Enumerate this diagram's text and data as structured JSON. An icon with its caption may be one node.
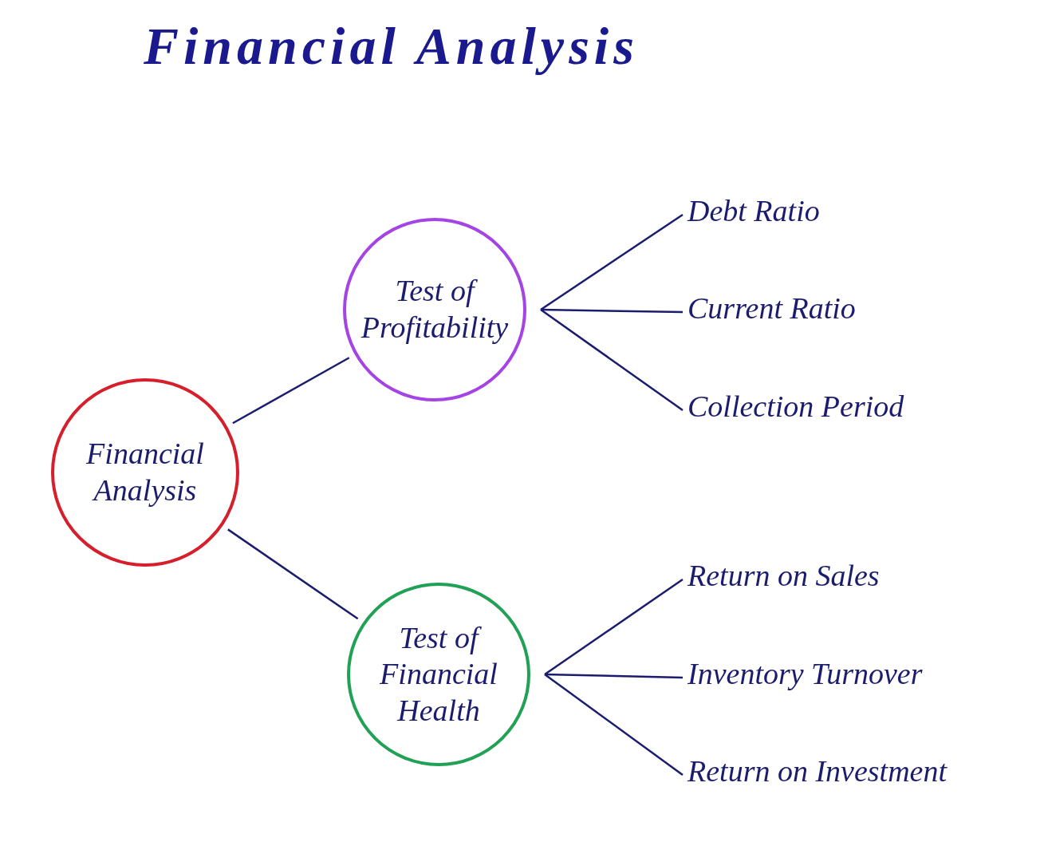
{
  "diagram": {
    "title": "Financial Analysis",
    "nodes": [
      {
        "text": [
          "Financial Analysis"
        ]
      },
      {
        "text": [
          "Test of Profitability"
        ]
      },
      {
        "text": [
          "Test of Financial Health"
        ]
      },
      {
        "text": [
          "Debt Ratio"
        ]
      },
      {
        "text": [
          "Current Ratio"
        ]
      },
      {
        "text": [
          "Collection Period"
        ]
      },
      {
        "text": [
          "Return on Sales"
        ]
      },
      {
        "text": [
          "Inventory Turnover"
        ]
      },
      {
        "text": [
          "Return on Investment"
        ]
      }
    ],
    "edges": [
      {
        "from": 0,
        "to": 1,
        "arrow": "none"
      },
      {
        "from": 0,
        "to": 2,
        "arrow": "none"
      },
      {
        "from": 1,
        "to": 3,
        "arrow": "none"
      },
      {
        "from": 1,
        "to": 4,
        "arrow": "none"
      },
      {
        "from": 1,
        "to": 5,
        "arrow": "none"
      },
      {
        "from": 2,
        "to": 6,
        "arrow": "none"
      },
      {
        "from": 2,
        "to": 7,
        "arrow": "none"
      },
      {
        "from": 2,
        "to": 8,
        "arrow": "none"
      }
    ]
  }
}
